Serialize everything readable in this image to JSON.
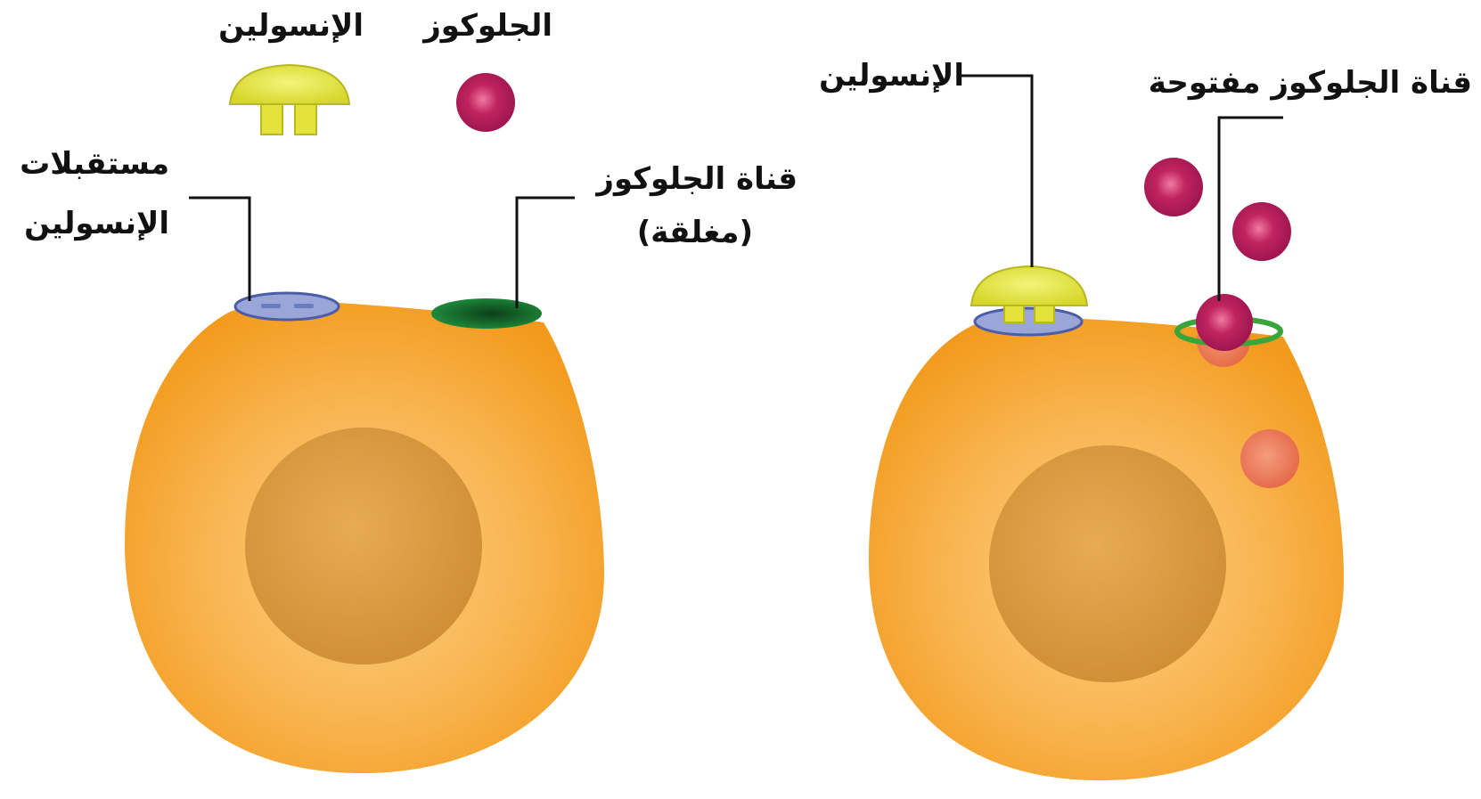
{
  "legend": {
    "glucose_label": "الجلوكوز",
    "insulin_label": "الإنسولين"
  },
  "left_cell": {
    "receptor_label_line1": "مستقبلات",
    "receptor_label_line2": "الإنسولين",
    "channel_label_line1": "قناة الجلوكوز",
    "channel_label_line2": "(مغلقة)"
  },
  "right_cell": {
    "insulin_label": "الإنسولين",
    "open_channel_label": "قناة الجلوكوز مفتوحة"
  },
  "colors": {
    "cell": "#f5a021",
    "nucleus": "#e0a04a",
    "glucose": "#b8195a",
    "insulin": "#e3e33b",
    "receptor": "#9aa6d8",
    "closed_channel": "#156b2c",
    "open_channel": "#3aa53a"
  }
}
